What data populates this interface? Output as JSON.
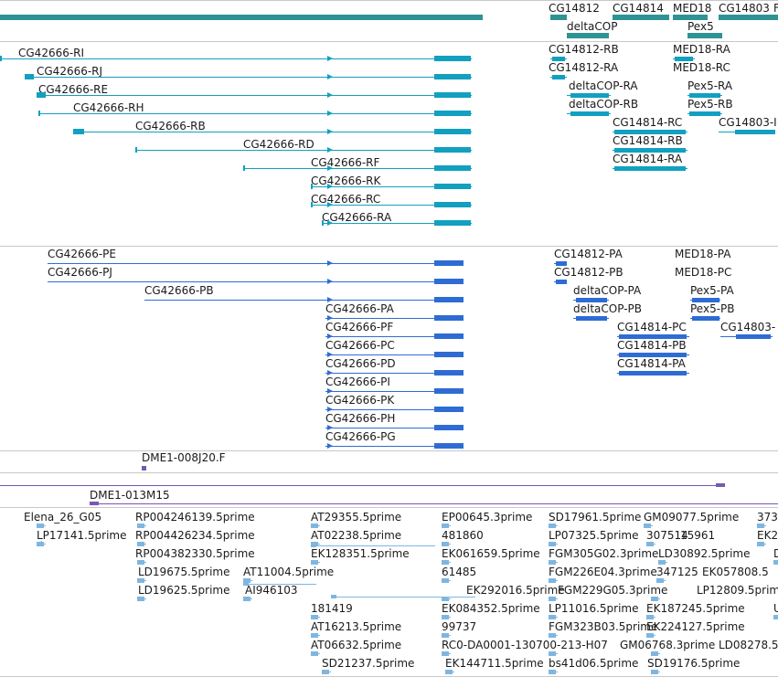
{
  "colors": {
    "gene": "#2f9393",
    "transcript": "#12a0c0",
    "protein": "#2e6cd4",
    "clone": "#7759b2",
    "est": "#7fb6e0",
    "track_line": "#c8c8c8"
  },
  "gene_track": {
    "labels": [
      "CG14812",
      "CG14814",
      "MED18",
      "CG14803",
      "F",
      "deltaCOP",
      "Pex5"
    ]
  },
  "transcript_track": {
    "labels": [
      "CG42666-RI",
      "CG42666-RJ",
      "CG42666-RE",
      "CG42666-RH",
      "CG42666-RB",
      "CG42666-RD",
      "CG42666-RF",
      "CG42666-RK",
      "CG42666-RC",
      "CG42666-RA",
      "CG14812-RB",
      "CG14812-RA",
      "deltaCOP-RA",
      "deltaCOP-RB",
      "MED18-RA",
      "MED18-RC",
      "Pex5-RA",
      "Pex5-RB",
      "CG14814-RC",
      "CG14814-RB",
      "CG14814-RA",
      "CG14803-I"
    ]
  },
  "protein_track": {
    "labels": [
      "CG42666-PE",
      "CG42666-PJ",
      "CG42666-PB",
      "CG42666-PA",
      "CG42666-PF",
      "CG42666-PC",
      "CG42666-PD",
      "CG42666-PI",
      "CG42666-PK",
      "CG42666-PH",
      "CG42666-PG",
      "CG14812-PA",
      "CG14812-PB",
      "deltaCOP-PA",
      "deltaCOP-PB",
      "MED18-PA",
      "MED18-PC",
      "Pex5-PA",
      "Pex5-PB",
      "CG14814-PC",
      "CG14814-PB",
      "CG14814-PA",
      "CG14803-"
    ]
  },
  "clone_track": {
    "labels": [
      "DME1-008J20.F",
      "DME1-013M15"
    ]
  },
  "est_track": {
    "labels": [
      "Elena_26_G05",
      "LP17141.5prime",
      "RP004246139.5prime",
      "RP004426234.5prime",
      "RP004382330.5prime",
      "LD19675.5prime",
      "LD19625.5prime",
      "AT29355.5prime",
      "AT02238.5prime",
      "EK128351.5prime",
      "AT11004.5prime",
      "AI946103",
      "181419",
      "AT16213.5prime",
      "AT06632.5prime",
      "SD21237.5prime",
      "EP00645.3prime",
      "481860",
      "EK061659.5prime",
      "61485",
      "EK292016.5prime",
      "EK084352.5prime",
      "99737",
      "RC0-DA0001-130700-213-H07",
      "EK144711.5prime",
      "SD17961.5prime",
      "LP07325.5prime",
      "FGM305G02.3prime",
      "FGM226E04.3prime",
      "FGM229G05.3prime",
      "LP11016.5prime",
      "FGM323B03.5prime",
      "GM06768.3prime",
      "bs41d06.5prime",
      "GM09077.5prime",
      "307514",
      "15961",
      "LD30892.5prime",
      "347125",
      "EK057808.5",
      "LP12809.5prime",
      "EK187245.5prime",
      "EK224127.5prime",
      "LD08278.5",
      "SD19176.5prime",
      "373",
      "EK2",
      "D",
      "U"
    ]
  }
}
